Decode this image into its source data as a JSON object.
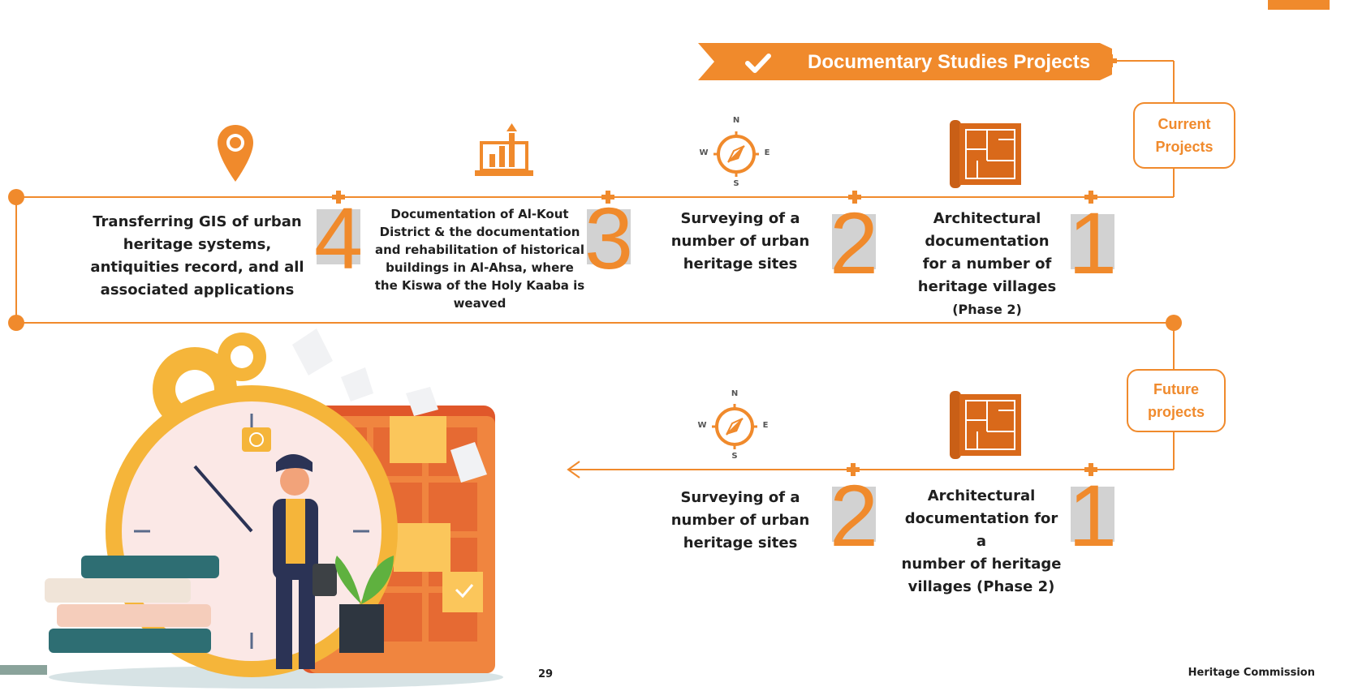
{
  "banner": {
    "title": "Documentary Studies Projects"
  },
  "current": {
    "label_line1": "Current",
    "label_line2": "Projects",
    "items": [
      {
        "number": "1",
        "lines": [
          "Architectural",
          "documentation",
          "for a number of",
          "heritage villages",
          "(Phase 2)"
        ],
        "icon": "blueprint-icon"
      },
      {
        "number": "2",
        "lines": [
          "Surveying of a",
          "number of urban",
          "heritage sites"
        ],
        "icon": "compass-icon"
      },
      {
        "number": "3",
        "lines": [
          "Documentation of Al-Kout",
          "District & the documentation",
          "and rehabilitation of historical",
          "buildings in Al-Ahsa, where",
          "the Kiswa of the Holy Kaaba is",
          "weaved"
        ],
        "icon": "laptop-chart-icon"
      },
      {
        "number": "4",
        "lines": [
          "Transferring GIS of urban",
          "heritage systems,",
          "antiquities record, and all",
          "associated applications"
        ],
        "icon": "location-pin-icon"
      }
    ]
  },
  "future": {
    "label_line1": "Future",
    "label_line2": "projects",
    "items": [
      {
        "number": "1",
        "lines": [
          "Architectural",
          "documentation for a",
          "number of heritage",
          "villages (Phase 2)"
        ],
        "icon": "blueprint-icon"
      },
      {
        "number": "2",
        "lines": [
          "Surveying of a",
          "number of urban",
          "heritage sites"
        ],
        "icon": "compass-icon"
      }
    ]
  },
  "compass": {
    "n": "N",
    "s": "S",
    "e": "E",
    "w": "W"
  },
  "footer": {
    "page_number": "29",
    "organization": "Heritage Commission"
  },
  "colors": {
    "accent": "#f08a2c",
    "accent_dark": "#d9691a",
    "number_bg": "#d2d2d2",
    "footer_bar": "#8aa39b"
  }
}
